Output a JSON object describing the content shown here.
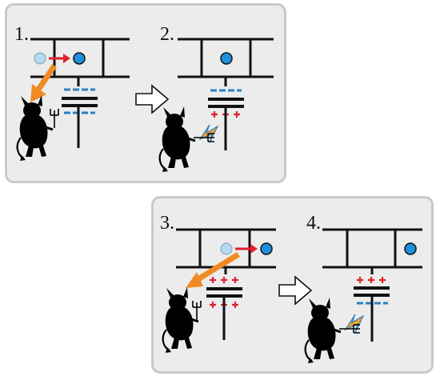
{
  "steps": [
    {
      "number": "1.",
      "charges": {
        "upper": "- -",
        "lower": "- -"
      }
    },
    {
      "number": "2.",
      "charges": {
        "upper": "- -",
        "lower": "+ + +"
      }
    },
    {
      "number": "3.",
      "charges": {
        "upper": "+ + +",
        "lower": "+ + +"
      }
    },
    {
      "number": "4.",
      "charges": {
        "upper": "+ + +",
        "lower": "- -"
      }
    }
  ],
  "colors": {
    "panel_bg": "#ececec",
    "panel_border": "#c9c9c9",
    "line": "#111111",
    "particle": "#1e90e0",
    "particle_ghost": "#b9d9ee",
    "negative_charge": "#2a7fc1",
    "positive_charge": "#e0202a",
    "move_arrow": "#e0202a",
    "info_arrow": "#f08a24",
    "lightning": "#f0a030",
    "transition_arrow": "#ffffff"
  }
}
